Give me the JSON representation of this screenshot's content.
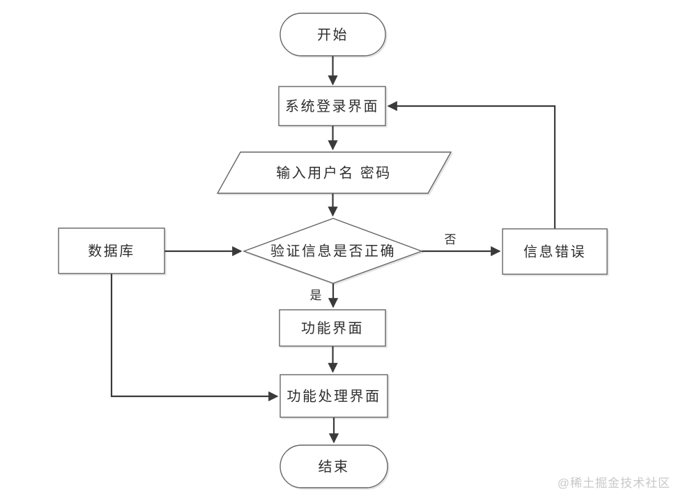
{
  "colors": {
    "background": "#ffffff",
    "line": "#3a3a3a",
    "border": "#646464",
    "text": "#2e2e2e",
    "watermark": "#c8c8c8"
  },
  "diagram_type": "flowchart",
  "nodes": {
    "start": {
      "label": "开始",
      "type": "terminator"
    },
    "login": {
      "label": "系统登录界面",
      "type": "process"
    },
    "input": {
      "label": "输入用户名 密码",
      "type": "input-output"
    },
    "verify": {
      "label": "验证信息是否正确",
      "type": "decision"
    },
    "database": {
      "label": "数据库",
      "type": "process"
    },
    "error": {
      "label": "信息错误",
      "type": "process"
    },
    "function": {
      "label": "功能界面",
      "type": "process"
    },
    "process": {
      "label": "功能处理界面",
      "type": "process"
    },
    "end": {
      "label": "结束",
      "type": "terminator"
    }
  },
  "edges": [
    {
      "from": "start",
      "to": "login",
      "label": ""
    },
    {
      "from": "login",
      "to": "input",
      "label": ""
    },
    {
      "from": "input",
      "to": "verify",
      "label": ""
    },
    {
      "from": "verify",
      "to": "function",
      "label": "是"
    },
    {
      "from": "verify",
      "to": "error",
      "label": "否"
    },
    {
      "from": "database",
      "to": "verify",
      "label": ""
    },
    {
      "from": "error",
      "to": "login",
      "label": ""
    },
    {
      "from": "function",
      "to": "process",
      "label": ""
    },
    {
      "from": "process",
      "to": "end",
      "label": ""
    },
    {
      "from": "database",
      "to": "process",
      "label": ""
    }
  ],
  "watermark": {
    "text": "@稀土掘金技术社区"
  }
}
